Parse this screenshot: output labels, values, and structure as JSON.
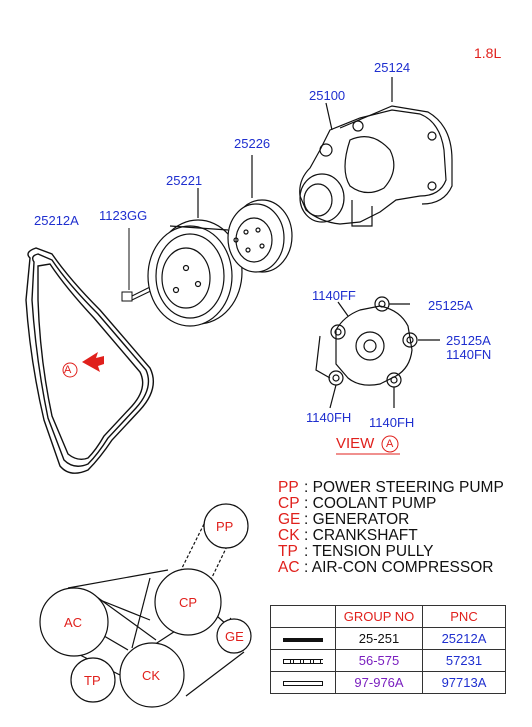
{
  "engine_label": "1.8L",
  "parts": {
    "p25124": "25124",
    "p25100": "25100",
    "p25226": "25226",
    "p25221": "25221",
    "p1123GG": "1123GG",
    "p25212A": "25212A",
    "p1140FF": "1140FF",
    "p25125A_top": "25125A",
    "p25125A_right": "25125A",
    "p1140FN": "1140FN",
    "p1140FH_left": "1140FH",
    "p1140FH_right": "1140FH"
  },
  "view_label": "VIEW",
  "view_marker": "A",
  "arrow_marker": "A",
  "legend": [
    {
      "code": "PP",
      "desc": "POWER STEERING PUMP"
    },
    {
      "code": "CP",
      "desc": "COOLANT PUMP"
    },
    {
      "code": "GE",
      "desc": "GENERATOR"
    },
    {
      "code": "CK",
      "desc": "CRANKSHAFT"
    },
    {
      "code": "TP",
      "desc": "TENSION PULLY"
    },
    {
      "code": "AC",
      "desc": "AIR-CON COMPRESSOR"
    }
  ],
  "pulleys": {
    "pp": "PP",
    "cp": "CP",
    "ge": "GE",
    "ck": "CK",
    "tp": "TP",
    "ac": "AC"
  },
  "table": {
    "headers": [
      "",
      "GROUP NO",
      "PNC"
    ],
    "rows": [
      {
        "line": "solid",
        "group": "25-251",
        "pnc": "25212A"
      },
      {
        "line": "dashed",
        "group": "56-575",
        "pnc": "57231"
      },
      {
        "line": "hollow",
        "group": "97-976A",
        "pnc": "97713A"
      }
    ]
  },
  "colors": {
    "blue": "#1f2fcf",
    "red": "#e0201c",
    "purple": "#7a1fbf",
    "black": "#111111"
  }
}
